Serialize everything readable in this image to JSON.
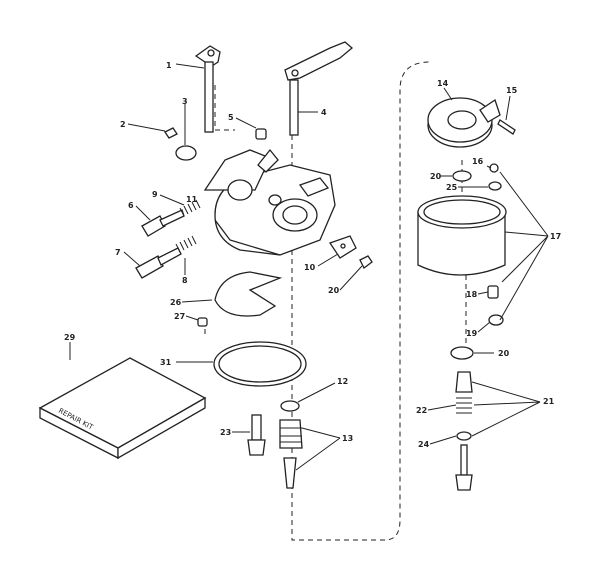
{
  "colors": {
    "ink": "#222222",
    "paper": "#ffffff"
  },
  "repair_kit_label": "REPAIR KIT",
  "callouts": [
    {
      "id": "c1",
      "text": "1"
    },
    {
      "id": "c2",
      "text": "2"
    },
    {
      "id": "c3",
      "text": "3"
    },
    {
      "id": "c4",
      "text": "4"
    },
    {
      "id": "c5",
      "text": "5"
    },
    {
      "id": "c6",
      "text": "6"
    },
    {
      "id": "c7",
      "text": "7"
    },
    {
      "id": "c8",
      "text": "8"
    },
    {
      "id": "c9",
      "text": "9"
    },
    {
      "id": "c10",
      "text": "10"
    },
    {
      "id": "c11",
      "text": "11"
    },
    {
      "id": "c12",
      "text": "12"
    },
    {
      "id": "c13",
      "text": "13"
    },
    {
      "id": "c14",
      "text": "14"
    },
    {
      "id": "c15",
      "text": "15"
    },
    {
      "id": "c16",
      "text": "16"
    },
    {
      "id": "c17",
      "text": "17"
    },
    {
      "id": "c18",
      "text": "18"
    },
    {
      "id": "c19",
      "text": "19"
    },
    {
      "id": "c20a",
      "text": "20"
    },
    {
      "id": "c20b",
      "text": "20"
    },
    {
      "id": "c20c",
      "text": "20"
    },
    {
      "id": "c21",
      "text": "21"
    },
    {
      "id": "c22",
      "text": "22"
    },
    {
      "id": "c23",
      "text": "23"
    },
    {
      "id": "c24",
      "text": "24"
    },
    {
      "id": "c25",
      "text": "25"
    },
    {
      "id": "c26",
      "text": "26"
    },
    {
      "id": "c27",
      "text": "27"
    },
    {
      "id": "c29",
      "text": "29"
    },
    {
      "id": "c31",
      "text": "31"
    }
  ]
}
